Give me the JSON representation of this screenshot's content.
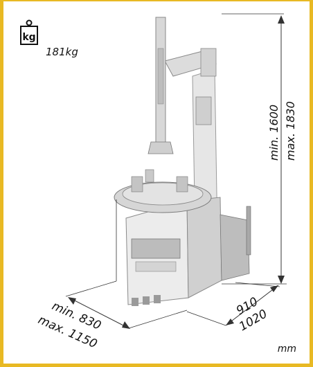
{
  "weight": {
    "icon": "weight-kg-icon",
    "icon_text": "kg",
    "value": "181kg"
  },
  "dimensions": {
    "height_min": "min. 1600",
    "height_max": "max. 1830",
    "width_min": "min. 830",
    "width_max": "max. 1150",
    "depth_min": "910",
    "depth_max": "1020"
  },
  "unit": "mm",
  "colors": {
    "border": "#e8b923",
    "text": "#111111",
    "machine": "#dedede"
  }
}
